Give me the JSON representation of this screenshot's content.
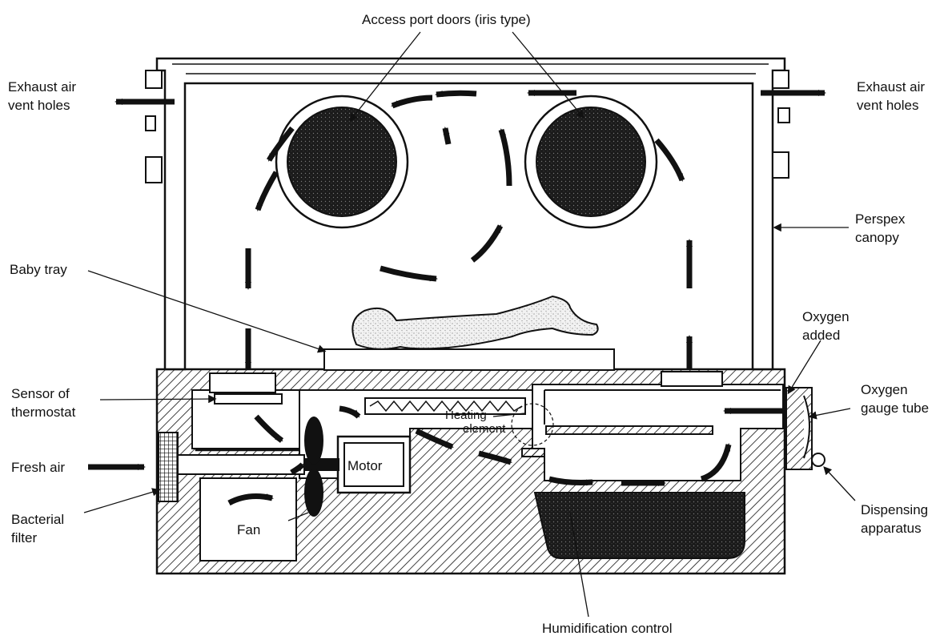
{
  "labels": {
    "access_ports": "Access port doors (iris type)",
    "exhaust_left": [
      "Exhaust air",
      "vent holes"
    ],
    "exhaust_right": [
      "Exhaust air",
      "vent holes"
    ],
    "perspex": [
      "Perspex",
      "canopy"
    ],
    "baby_tray": "Baby tray",
    "oxygen_added": [
      "Oxygen",
      "added"
    ],
    "sensor": [
      "Sensor of",
      "thermostat"
    ],
    "oxygen_gauge": [
      "Oxygen",
      "gauge tube"
    ],
    "fresh_air": "Fresh air",
    "bacterial_filter": [
      "Bacterial",
      "filter"
    ],
    "dispensing": [
      "Dispensing",
      "apparatus"
    ],
    "heating": [
      "Heating",
      "element"
    ],
    "motor": "Motor",
    "fan": "Fan",
    "humidification": "Humidification control"
  },
  "colors": {
    "ink": "#111111",
    "water": "#1c1c1c",
    "background": "#ffffff"
  }
}
